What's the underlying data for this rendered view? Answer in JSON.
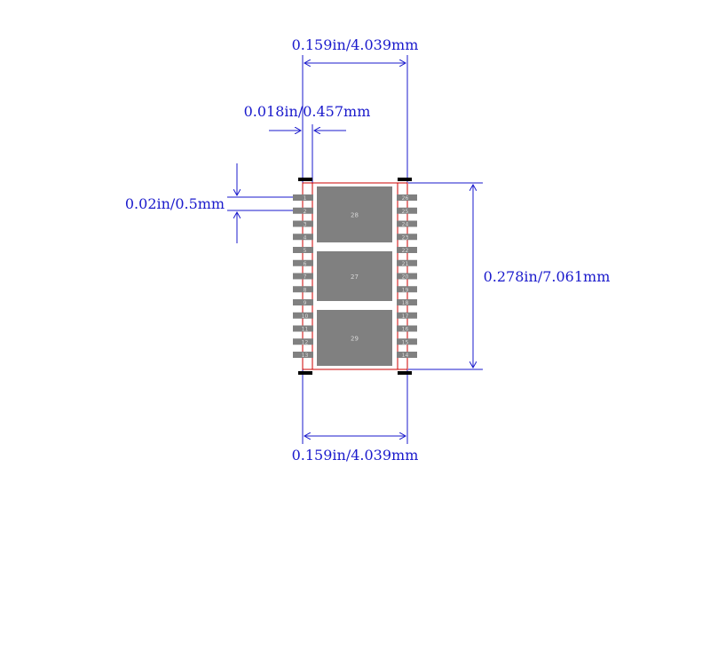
{
  "dimensions": {
    "top_width": "0.159in/4.039mm",
    "pad_width": "0.018in/0.457mm",
    "pitch": "0.02in/0.5mm",
    "height": "0.278in/7.061mm",
    "bottom_width": "0.159in/4.039mm"
  },
  "pads": {
    "left": [
      "1",
      "2",
      "3",
      "4",
      "5",
      "6",
      "7",
      "8",
      "9",
      "10",
      "11",
      "12",
      "13"
    ],
    "right": [
      "26",
      "25",
      "24",
      "23",
      "22",
      "21",
      "20",
      "19",
      "18",
      "17",
      "16",
      "15",
      "14"
    ]
  },
  "exposed_pads": [
    {
      "label": "28"
    },
    {
      "label": "27"
    },
    {
      "label": "29"
    }
  ],
  "colors": {
    "dimension": "#1a1acc",
    "outline": "#cc0000",
    "pad": "#808080",
    "marker": "#000000"
  }
}
